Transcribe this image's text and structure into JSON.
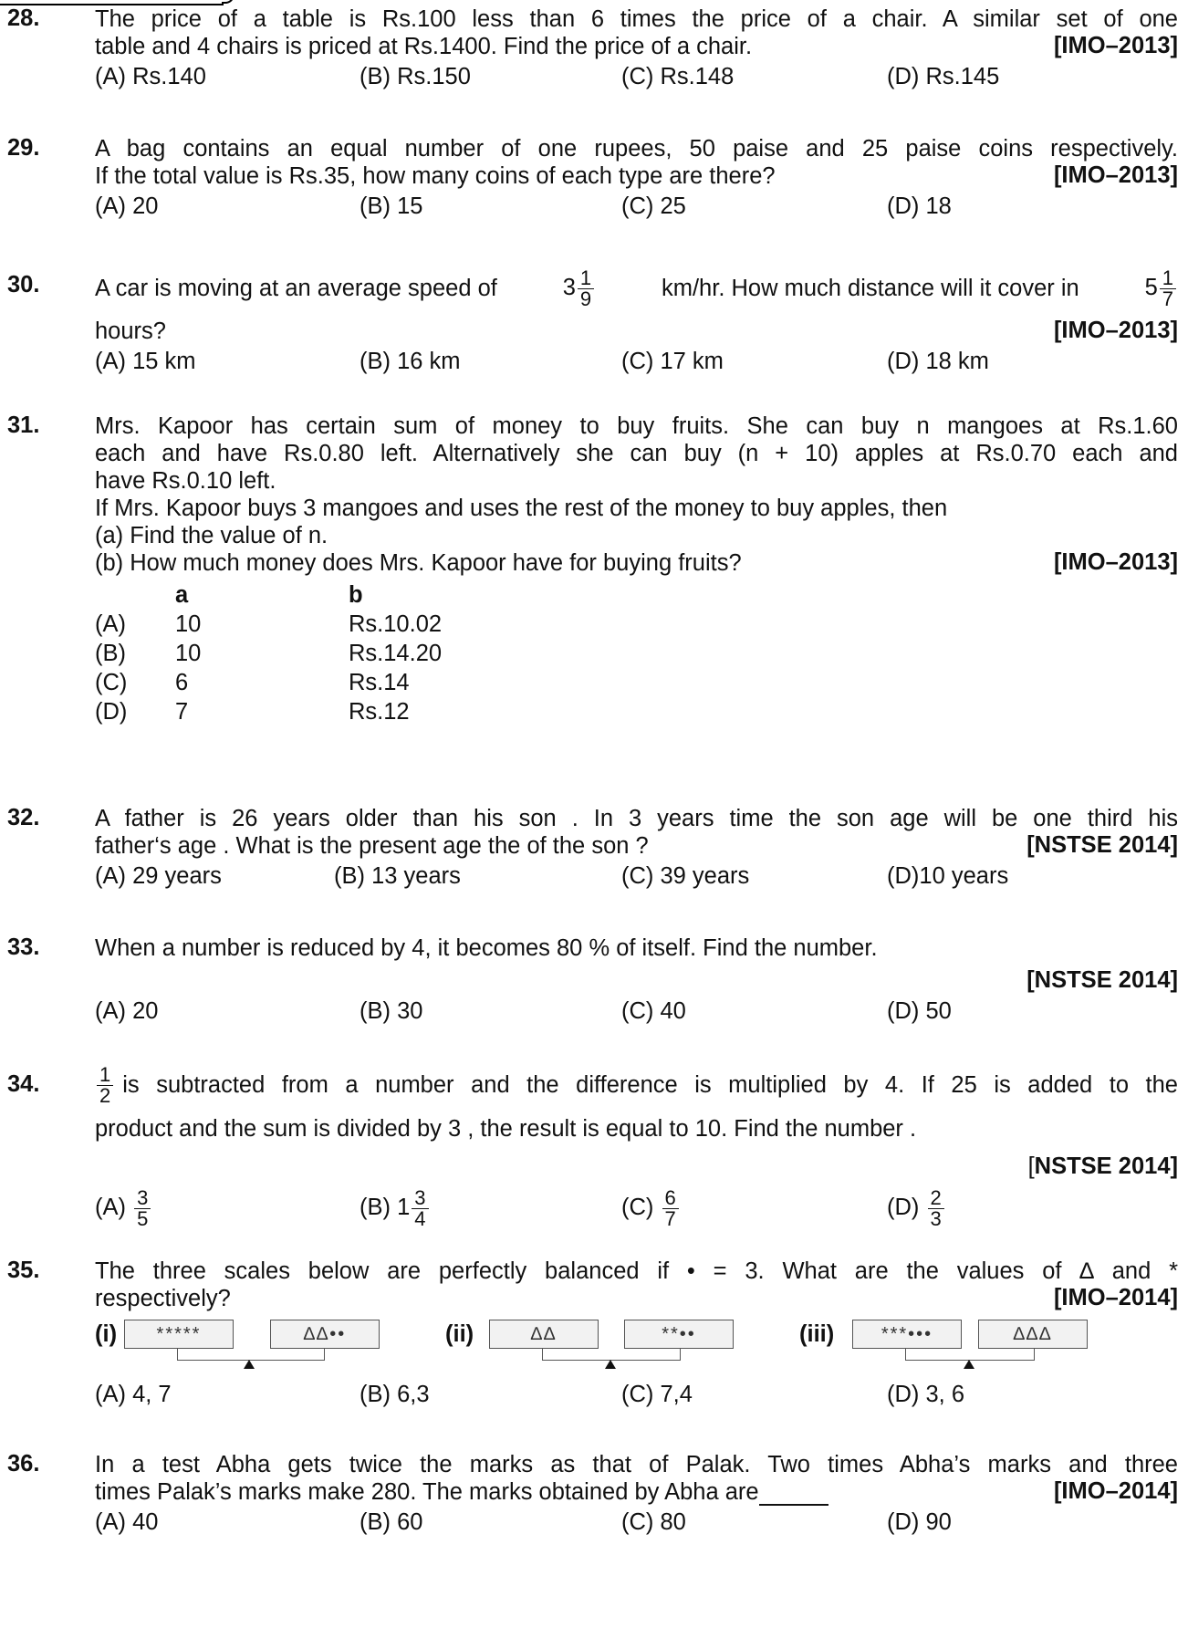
{
  "questions": [
    {
      "number": "28.",
      "lines": [
        "The price of a table is Rs.100 less than 6 times the price of a chair. A similar set of one",
        "table and 4 chairs is priced at Rs.1400. Find the price of a chair."
      ],
      "tag": "[IMO–2013]",
      "options": [
        "(A) Rs.140",
        "(B) Rs.150",
        "(C) Rs.148",
        "(D) Rs.145"
      ]
    },
    {
      "number": "29.",
      "lines": [
        "A bag contains an equal number of one rupees, 50 paise and 25 paise coins respectively.",
        "If the total value is Rs.35, how many coins of each type are there?"
      ],
      "tag": "[IMO–2013]",
      "options": [
        "(A) 20",
        "(B) 15",
        "(C) 25",
        "(D) 18"
      ]
    },
    {
      "number": "30.",
      "line1_a": "A car is moving at an average speed of",
      "frac1": {
        "whole": "3",
        "num": "1",
        "den": "9"
      },
      "line1_b": "km/hr. How much distance will it cover in",
      "frac2": {
        "whole": "5",
        "num": "1",
        "den": "7"
      },
      "line2": "hours?",
      "tag": "[IMO–2013]",
      "options": [
        "(A) 15 km",
        "(B) 16 km",
        "(C) 17 km",
        "(D) 18 km"
      ]
    },
    {
      "number": "31.",
      "lines": [
        "Mrs. Kapoor has certain sum of money to buy fruits. She can buy n mangoes at Rs.1.60",
        "each and have Rs.0.80 left. Alternatively she can buy (n + 10) apples at Rs.0.70 each and",
        "have Rs.0.10 left."
      ],
      "line4": "If Mrs. Kapoor buys 3 mangoes and uses the rest of the money to buy apples, then",
      "line5": "(a) Find the value of n.",
      "line6": "(b) How much money does Mrs. Kapoor have for buying fruits?",
      "tag": "[IMO–2013]",
      "table_header": [
        "",
        "a",
        "b"
      ],
      "table_rows": [
        [
          "(A)",
          "10",
          "Rs.10.02"
        ],
        [
          "(B)",
          "10",
          "Rs.14.20"
        ],
        [
          "(C)",
          "6",
          "Rs.14"
        ],
        [
          "(D)",
          "7",
          "Rs.12"
        ]
      ]
    },
    {
      "number": "32.",
      "lines": [
        "A father is 26 years older than his son . In 3 years time the son age will be one third his",
        "father‘s age . What is the present age the of the son ?"
      ],
      "tag": "[NSTSE  2014]",
      "options": [
        "(A) 29  years",
        "(B) 13 years",
        "(C) 39 years",
        "(D)10 years"
      ]
    },
    {
      "number": "33.",
      "lines": [
        "When a number is reduced by 4, it becomes 80 % of itself. Find the number."
      ],
      "tag": "[NSTSE  2014]",
      "options": [
        "(A) 20",
        "(B) 30",
        "(C) 40",
        "(D) 50"
      ]
    },
    {
      "number": "34.",
      "frac_lead": {
        "num": "1",
        "den": "2"
      },
      "line1": "is subtracted from a number and the difference is multiplied by 4. If 25 is added to the",
      "line2": "product and the sum is divided by 3 , the result is equal to 10. Find the number .",
      "tag_open": "[",
      "tag_rest": "NSTSE  2014]",
      "opt_labels": [
        "(A)",
        "(B)",
        "(C)",
        "(D)"
      ],
      "opt_fracs": [
        {
          "whole": "",
          "num": "3",
          "den": "5"
        },
        {
          "whole": "1",
          "num": "3",
          "den": "4"
        },
        {
          "whole": "",
          "num": "6",
          "den": "7"
        },
        {
          "whole": "",
          "num": "2",
          "den": "3"
        }
      ]
    },
    {
      "number": "35.",
      "lines": [
        "The three scales below are perfectly balanced if • = 3. What are the values of ∆ and *",
        "respectively?"
      ],
      "tag": "[IMO–2014]",
      "scales": [
        {
          "label": "(i)",
          "left": "*****",
          "right": "∆∆••"
        },
        {
          "label": "(ii)",
          "left": "∆∆",
          "right": "**••"
        },
        {
          "label": "(iii)",
          "left": "***•••",
          "right": "∆∆∆"
        }
      ],
      "options": [
        "(A) 4, 7",
        "(B) 6,3",
        "(C) 7,4",
        "(D) 3, 6"
      ]
    },
    {
      "number": "36.",
      "lines": [
        "In a test Abha gets twice the marks as that of Palak. Two times Abha’s marks and three",
        "times Palak’s marks make 280. The marks obtained by Abha are"
      ],
      "tag": "[IMO–2014]",
      "options": [
        "(A) 40",
        "(B) 60",
        "(C) 80",
        "(D) 90"
      ]
    }
  ]
}
